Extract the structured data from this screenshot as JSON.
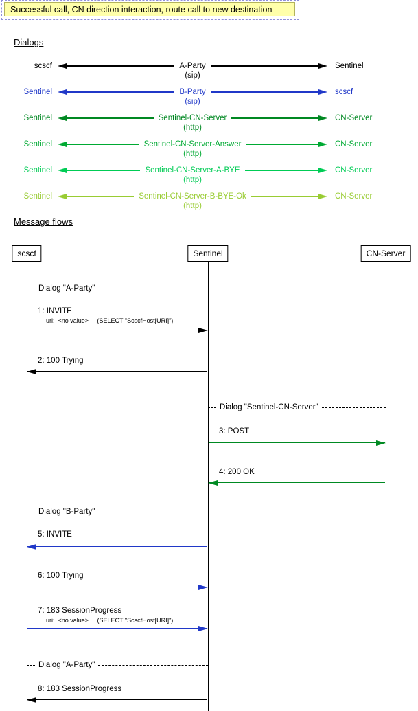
{
  "note": {
    "text": "Successful call, CN direction interaction, route call to new destination"
  },
  "sections": {
    "dialogs_heading": "Dialogs",
    "flows_heading": "Message flows"
  },
  "dialogs": [
    {
      "left": "scscf",
      "name": "A-Party",
      "protocol": "(sip)",
      "right": "Sentinel",
      "color": "#000000"
    },
    {
      "left": "Sentinel",
      "name": "B-Party",
      "protocol": "(sip)",
      "right": "scscf",
      "color": "#2038c8"
    },
    {
      "left": "Sentinel",
      "name": "Sentinel-CN-Server",
      "protocol": "(http)",
      "right": "CN-Server",
      "color": "#008822"
    },
    {
      "left": "Sentinel",
      "name": "Sentinel-CN-Server-Answer",
      "protocol": "(http)",
      "right": "CN-Server",
      "color": "#00aa33"
    },
    {
      "left": "Sentinel",
      "name": "Sentinel-CN-Server-A-BYE",
      "protocol": "(http)",
      "right": "CN-Server",
      "color": "#00cc55"
    },
    {
      "left": "Sentinel",
      "name": "Sentinel-CN-Server-B-BYE-Ok",
      "protocol": "(http)",
      "right": "CN-Server",
      "color": "#99cc33"
    }
  ],
  "lifelines": [
    "scscf",
    "Sentinel",
    "CN-Server"
  ],
  "flow": {
    "separators": [
      {
        "label": "Dialog \"A-Party\"",
        "from": "scscf",
        "to": "Sentinel"
      },
      {
        "label": "Dialog \"Sentinel-CN-Server\"",
        "from": "Sentinel",
        "to": "CN-Server"
      },
      {
        "label": "Dialog \"B-Party\"",
        "from": "scscf",
        "to": "Sentinel"
      },
      {
        "label": "Dialog \"A-Party\"",
        "from": "scscf",
        "to": "Sentinel"
      }
    ],
    "messages": [
      {
        "label": "1: INVITE",
        "sublabel": "uri:  <no value>     (SELECT \"ScscfHost[URI]\")",
        "from": "scscf",
        "to": "Sentinel",
        "color": "#000000"
      },
      {
        "label": "2: 100 Trying",
        "from": "Sentinel",
        "to": "scscf",
        "color": "#000000"
      },
      {
        "label": "3: POST",
        "from": "Sentinel",
        "to": "CN-Server",
        "color": "#008a22"
      },
      {
        "label": "4: 200 OK",
        "from": "CN-Server",
        "to": "Sentinel",
        "color": "#008a22"
      },
      {
        "label": "5: INVITE",
        "from": "Sentinel",
        "to": "scscf",
        "color": "#2038c8"
      },
      {
        "label": "6: 100 Trying",
        "from": "scscf",
        "to": "Sentinel",
        "color": "#2038c8"
      },
      {
        "label": "7: 183 SessionProgress",
        "sublabel": "uri:  <no value>     (SELECT \"ScscfHost[URI]\")",
        "from": "scscf",
        "to": "Sentinel",
        "color": "#2038c8"
      },
      {
        "label": "8: 183 SessionProgress",
        "from": "Sentinel",
        "to": "scscf",
        "color": "#000000"
      }
    ]
  }
}
